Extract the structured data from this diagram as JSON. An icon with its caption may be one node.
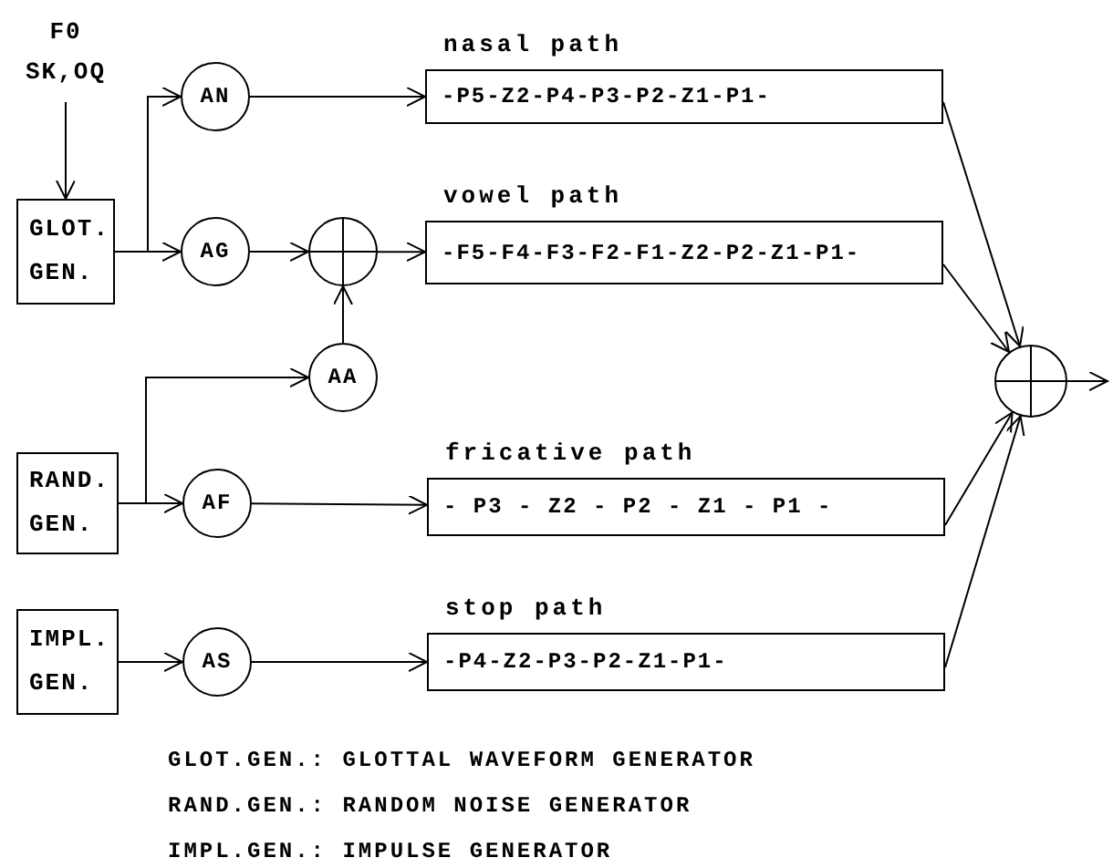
{
  "diagram": {
    "nodes": [
      {
        "text": [
          "F0",
          "SK,OQ"
        ]
      },
      {
        "text": [
          "GLOT. GEN."
        ]
      },
      {
        "text": [
          "AN"
        ]
      },
      {
        "text": [
          "AG"
        ]
      },
      {
        "text": [],
        "shape": "circle"
      },
      {
        "text": [
          "AA"
        ]
      },
      {
        "text": [
          "nasal path",
          "-P5-Z2-P4-P3-P2-Z1-P1-"
        ]
      },
      {
        "text": [
          "vowel path",
          "-F5-F4-F3-F2-F1-Z2-P2-Z1-P1-"
        ]
      },
      {
        "text": [
          "RAND. GEN."
        ]
      },
      {
        "text": [
          "AF"
        ]
      },
      {
        "text": [
          "fricative path",
          "- P3 - Z2 - P2 - Z1 - P1 -"
        ]
      },
      {
        "text": [
          "IMPL. GEN."
        ]
      },
      {
        "text": [
          "AS"
        ]
      },
      {
        "text": [
          "stop path",
          "-P4-Z2-P3-P2-Z1-P1-"
        ]
      },
      {
        "text": [],
        "shape": "circle"
      }
    ],
    "edges": [
      {
        "from": 0,
        "to": 1,
        "arrow": "to"
      },
      {
        "from": 1,
        "to": 2,
        "arrow": "to"
      },
      {
        "from": 1,
        "to": 3,
        "arrow": "to"
      },
      {
        "from": 2,
        "to": 6,
        "arrow": "to"
      },
      {
        "from": 3,
        "to": 4,
        "arrow": "to"
      },
      {
        "from": 4,
        "to": 7,
        "arrow": "to"
      },
      {
        "from": 8,
        "to": 5,
        "arrow": "to"
      },
      {
        "from": 8,
        "to": 9,
        "arrow": "to"
      },
      {
        "from": 5,
        "to": 4,
        "arrow": "to"
      },
      {
        "from": 9,
        "to": 10,
        "arrow": "to"
      },
      {
        "from": 11,
        "to": 12,
        "arrow": "to"
      },
      {
        "from": 12,
        "to": 13,
        "arrow": "to"
      },
      {
        "from": 6,
        "to": 14,
        "arrow": "to"
      },
      {
        "from": 7,
        "to": 14,
        "arrow": "to"
      },
      {
        "from": 10,
        "to": 14,
        "arrow": "to"
      },
      {
        "from": 13,
        "to": 14,
        "arrow": "to"
      },
      {
        "from": 14,
        "to": null,
        "arrow": "to"
      }
    ],
    "labels": [
      "GLOT.GEN.: GLOTTAL WAVEFORM GENERATOR",
      "RAND.GEN.: RANDOM NOISE GENERATOR",
      "IMPL.GEN.: IMPULSE GENERATOR"
    ]
  }
}
